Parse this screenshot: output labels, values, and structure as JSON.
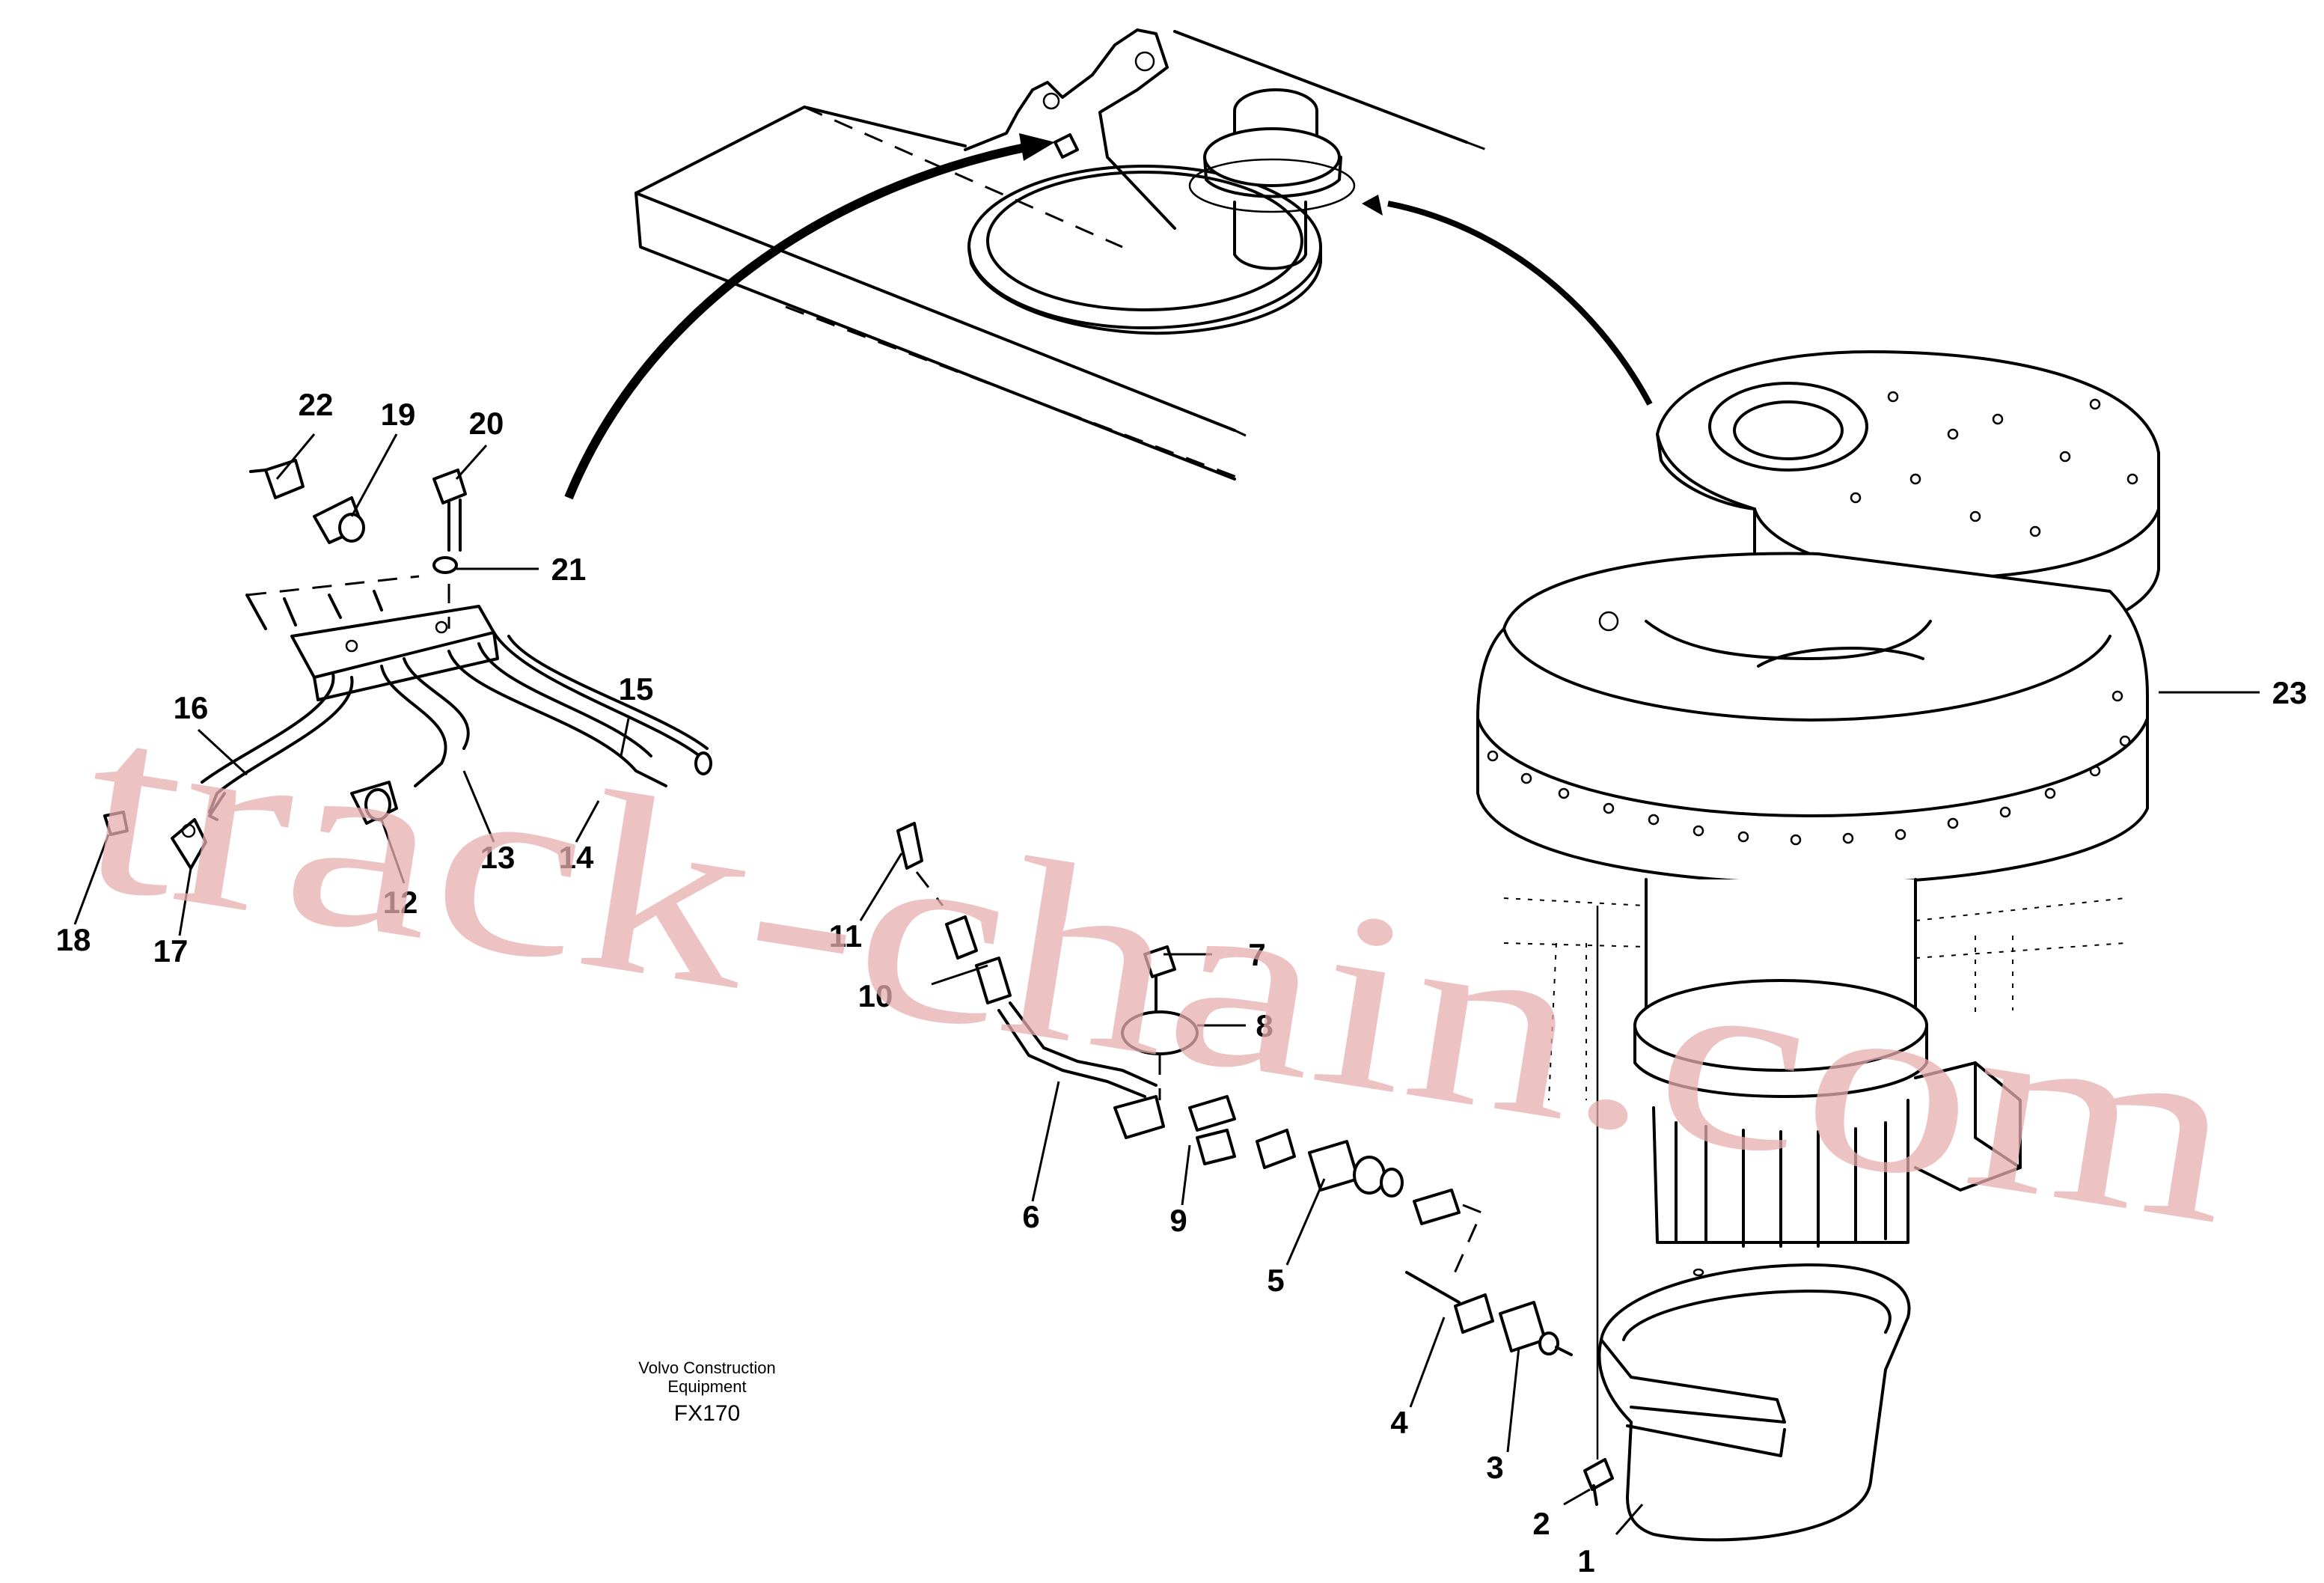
{
  "callouts": [
    {
      "id": "1",
      "text": "1"
    },
    {
      "id": "2",
      "text": "2"
    },
    {
      "id": "3",
      "text": "3"
    },
    {
      "id": "4",
      "text": "4"
    },
    {
      "id": "5",
      "text": "5"
    },
    {
      "id": "6",
      "text": "6"
    },
    {
      "id": "7",
      "text": "7"
    },
    {
      "id": "8",
      "text": "8"
    },
    {
      "id": "9",
      "text": "9"
    },
    {
      "id": "10",
      "text": "10"
    },
    {
      "id": "11",
      "text": "11"
    },
    {
      "id": "12",
      "text": "12"
    },
    {
      "id": "13",
      "text": "13"
    },
    {
      "id": "14",
      "text": "14"
    },
    {
      "id": "15",
      "text": "15"
    },
    {
      "id": "16",
      "text": "16"
    },
    {
      "id": "17",
      "text": "17"
    },
    {
      "id": "18",
      "text": "18"
    },
    {
      "id": "19",
      "text": "19"
    },
    {
      "id": "20",
      "text": "20"
    },
    {
      "id": "21",
      "text": "21"
    },
    {
      "id": "22",
      "text": "22"
    },
    {
      "id": "23",
      "text": "23"
    }
  ],
  "caption": {
    "line1": "Volvo Construction",
    "line2": "Equipment",
    "code": "FX170"
  },
  "watermark": "track-chain.com"
}
